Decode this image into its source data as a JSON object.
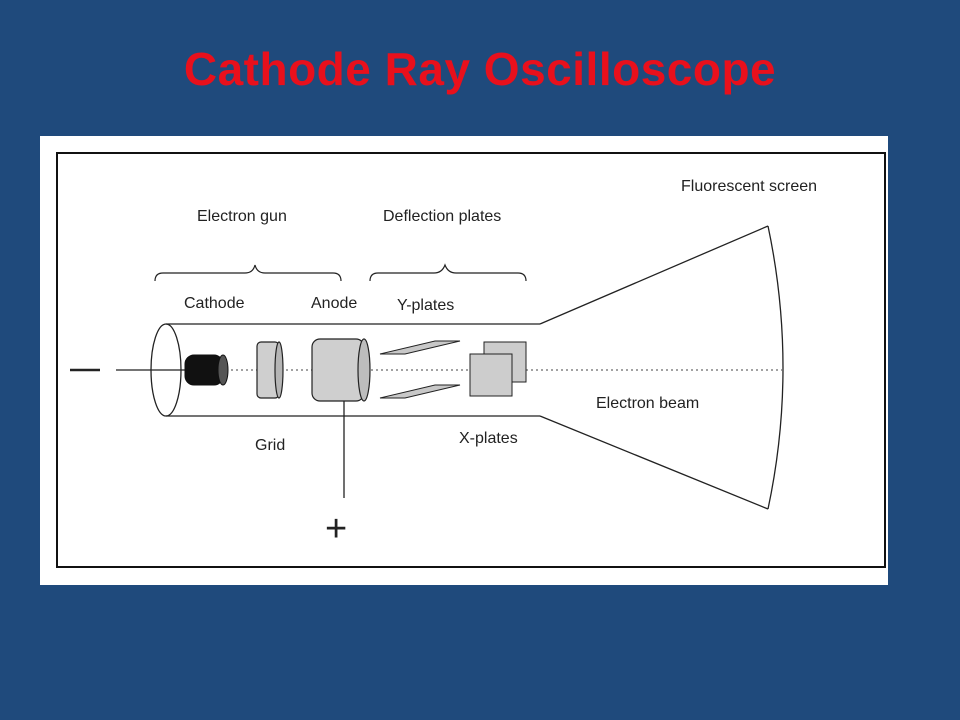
{
  "slide": {
    "title": "Cathode Ray Oscilloscope",
    "title_color": "#e8101c",
    "background_color": "#1f4a7c"
  },
  "diagram": {
    "labels": {
      "electron_gun": "Electron gun",
      "deflection_plates": "Deflection plates",
      "fluorescent_screen": "Fluorescent screen",
      "cathode": "Cathode",
      "anode": "Anode",
      "y_plates": "Y-plates",
      "grid": "Grid",
      "x_plates": "X-plates",
      "electron_beam": "Electron beam",
      "negative_terminal": "−",
      "positive_terminal": "+"
    }
  }
}
